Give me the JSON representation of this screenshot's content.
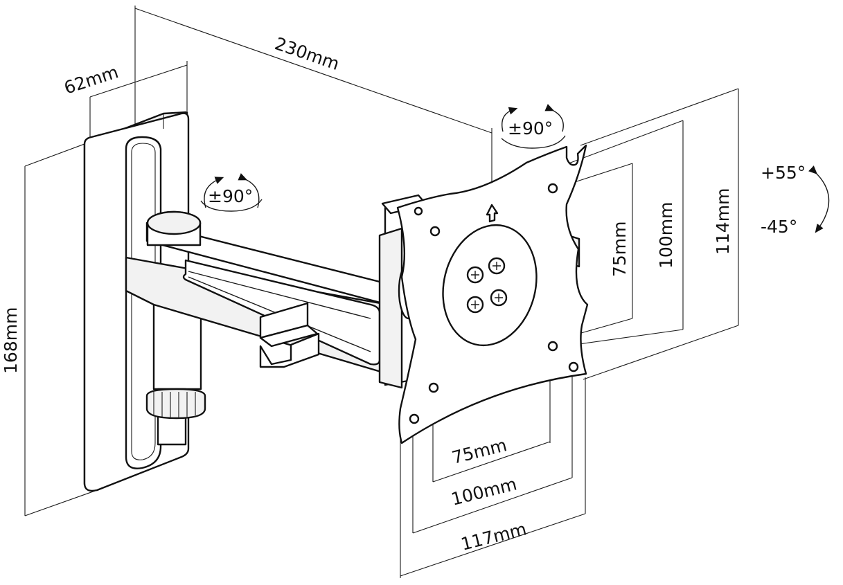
{
  "labels": {
    "depth": "62mm",
    "arm_length": "230mm",
    "wall_plate_height": "168mm",
    "plate_height": "114mm",
    "vesa_75_vertical": "75mm",
    "vesa_100_vertical": "100mm",
    "vesa_75_horizontal": "75mm",
    "vesa_100_horizontal": "100mm",
    "plate_width": "117mm",
    "swivel_arm": "±90°",
    "rotation_plate": "±90°",
    "tilt_up": "+55°",
    "tilt_down": "-45°"
  },
  "colors": {
    "line": "#111111",
    "background": "#ffffff"
  }
}
